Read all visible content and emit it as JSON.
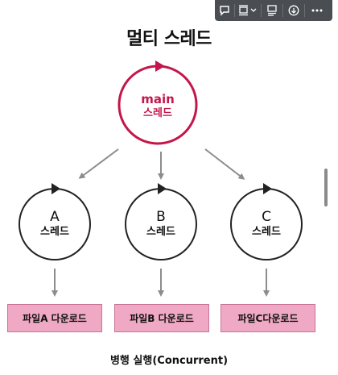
{
  "toolbar": {
    "buttons": [
      {
        "name": "comment-icon"
      },
      {
        "name": "align-dropdown-icon"
      },
      {
        "name": "caption-icon"
      },
      {
        "name": "insert-icon"
      },
      {
        "name": "more-icon"
      }
    ]
  },
  "title": "멀티 스레드",
  "main_node": {
    "line1": "main",
    "line2": "스레드"
  },
  "threads": [
    {
      "line1": "A",
      "line2": "스레드",
      "task": "파일A 다운로드"
    },
    {
      "line1": "B",
      "line2": "스레드",
      "task": "파일B 다운로드"
    },
    {
      "line1": "C",
      "line2": "스레드",
      "task": "파일C다운로드"
    }
  ],
  "caption": "병행 실행(Concurrent)",
  "colors": {
    "main_accent": "#c4164a",
    "task_fill": "#f0a9c4",
    "arrow": "#8c8c8c",
    "thread_ring": "#222222"
  }
}
